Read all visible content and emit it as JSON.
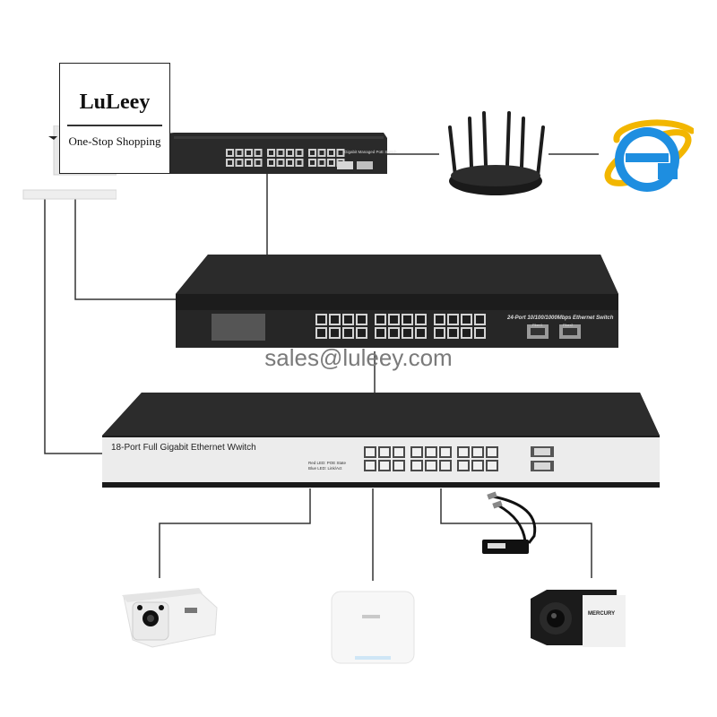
{
  "logo": {
    "brand": "LuLeey",
    "tagline": "One-Stop Shopping"
  },
  "watermark": {
    "email": "sales@luleey.com"
  },
  "switches": {
    "top": {
      "label": "Gigabit Managed PoE Switch"
    },
    "middle": {
      "label": "24-Port 10/100/1000Mbps Ethernet Switch",
      "fiber_labels": [
        "Fiber1",
        "Fiber2"
      ]
    },
    "bottom": {
      "label": "18-Port Full Gigabit Ethernet Wwitch",
      "led_note_1": "Red LED: POE State",
      "led_note_2": "Blue LED: Link/Act"
    }
  },
  "devices": {
    "router": {
      "icon": "wifi-router-icon"
    },
    "internet": {
      "icon": "internet-explorer-icon"
    },
    "camera_left": {
      "icon": "bullet-camera-icon"
    },
    "access_point": {
      "icon": "access-point-icon"
    },
    "camera_right": {
      "icon": "bullet-camera-icon",
      "brand": "MERCURY"
    },
    "poe_splitter": {
      "icon": "poe-splitter-icon"
    },
    "computer": {
      "icon": "computer-icon"
    }
  },
  "colors": {
    "device_dark": "#222222",
    "wire": "#333333",
    "ie_blue": "#1e8ee0",
    "ie_gold": "#f2b600"
  }
}
